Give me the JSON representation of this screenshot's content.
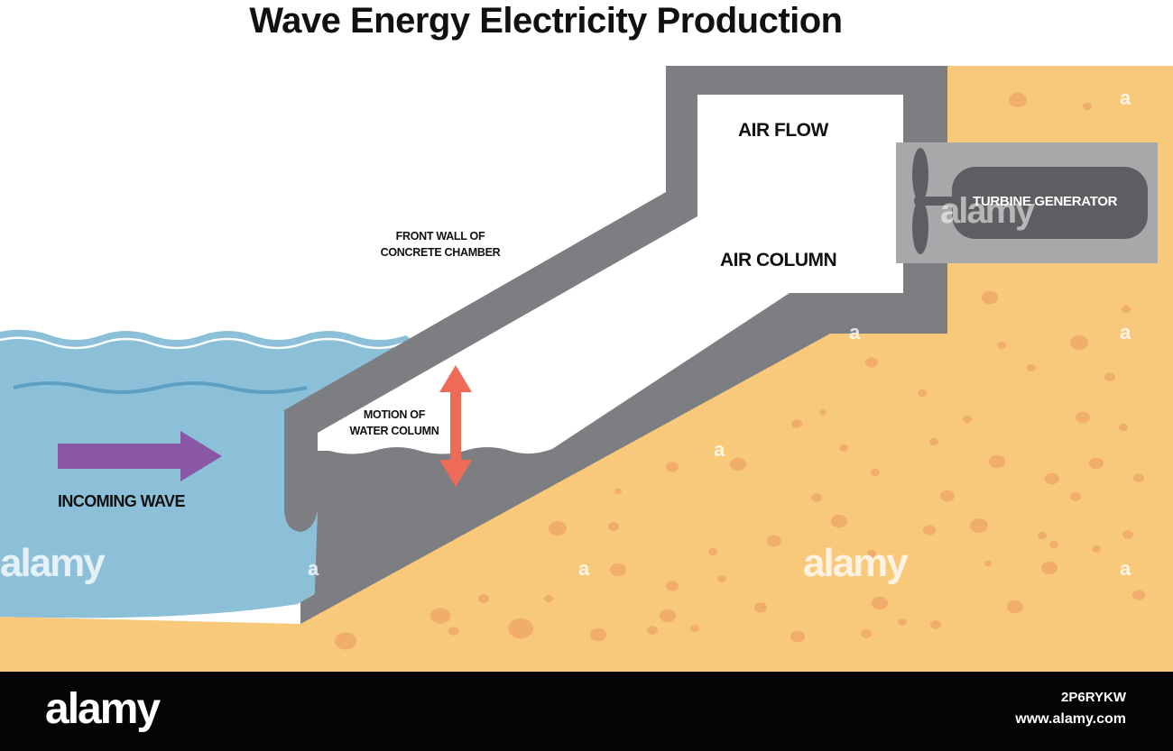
{
  "title": "Wave Energy Electricity Production",
  "labels": {
    "air_flow": "AIR FLOW",
    "air_column": "AIR COLUMN",
    "turbine_generator": "TURBINE GENERATOR",
    "front_wall_line1": "FRONT WALL OF",
    "front_wall_line2": "CONCRETE CHAMBER",
    "motion_line1": "MOTION OF",
    "motion_line2": "WATER COLUMN",
    "incoming_wave": "INCOMING WAVE"
  },
  "watermark": {
    "text": "alamy",
    "mark": "a"
  },
  "footer": {
    "logo": "alamy",
    "image_id": "2P6RYKW",
    "url": "www.alamy.com"
  },
  "colors": {
    "water": "#8bc0d8",
    "sand": "#f9c97b",
    "sand_speckle": "#f0ad6b",
    "concrete": "#7d7e81",
    "turbine_housing": "#a7a8aa",
    "generator": "#5d5e61",
    "incoming_arrow": "#8a56a6",
    "motion_arrow": "#ef6b58"
  }
}
